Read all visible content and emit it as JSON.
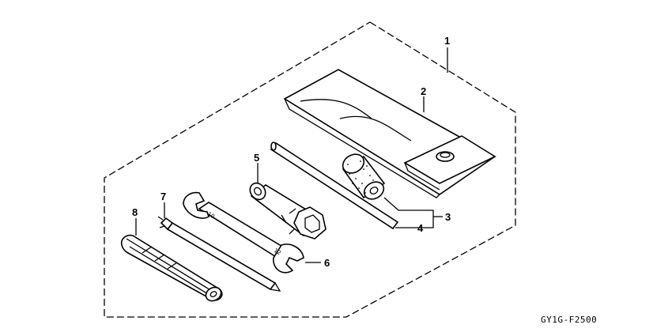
{
  "diagram": {
    "code": "GY1G-F2500",
    "callouts": [
      {
        "id": "1",
        "text": "1"
      },
      {
        "id": "2",
        "text": "2"
      },
      {
        "id": "3",
        "text": "3"
      },
      {
        "id": "4",
        "text": "4"
      },
      {
        "id": "5",
        "text": "5"
      },
      {
        "id": "6",
        "text": "6"
      },
      {
        "id": "7",
        "text": "7"
      },
      {
        "id": "8",
        "text": "8"
      }
    ]
  }
}
